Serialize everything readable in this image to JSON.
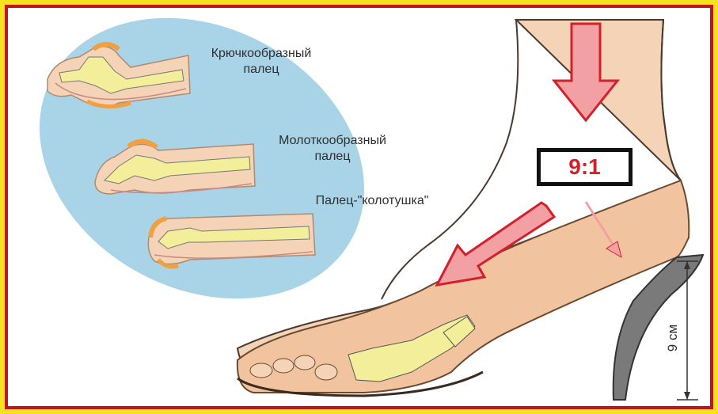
{
  "labels": {
    "claw_toe": [
      "Крючкообразный",
      "палец"
    ],
    "hammer_toe": [
      "Молоткообразный",
      "палец"
    ],
    "mallet_toe": "Палец-\"колотушка\""
  },
  "ratio": "9:1",
  "heel_height": "9 см",
  "colors": {
    "frame_outer": "#f6e21c",
    "frame_inner": "#c0161a",
    "oval": "#a9d4e8",
    "skin": "#f4d3b6",
    "shoe": "#f1c49f",
    "bone": "#f3ee9a",
    "arrow_fill": "#f3a0a4",
    "arrow_stroke": "#d4202a",
    "heel": "#7a7a7a"
  }
}
